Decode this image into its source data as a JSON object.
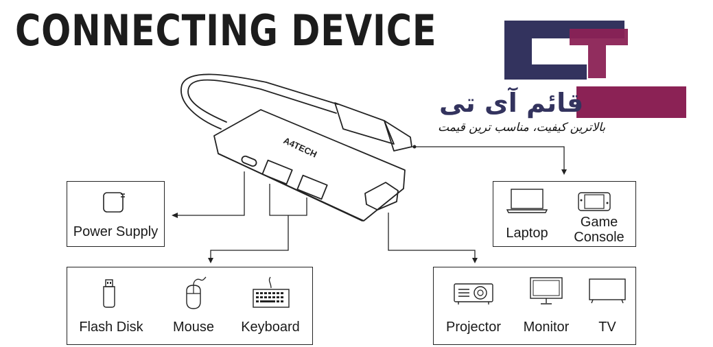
{
  "title": "CONNECTING DEVICE",
  "brand": {
    "device_brand": "A4TECH",
    "logo_text_fa": "قائم آی تی",
    "tagline_fa": "بالاترین کیفیت، مناسب ترین قیمت",
    "colors": {
      "navy": "#33335e",
      "magenta": "#8b2255"
    }
  },
  "groups": {
    "power": {
      "items": [
        {
          "label": "Power Supply",
          "icon": "power-adapter-icon"
        }
      ]
    },
    "usb": {
      "items": [
        {
          "label": "Flash Disk",
          "icon": "flash-disk-icon"
        },
        {
          "label": "Mouse",
          "icon": "mouse-icon"
        },
        {
          "label": "Keyboard",
          "icon": "keyboard-icon"
        }
      ]
    },
    "host": {
      "items": [
        {
          "label": "Laptop",
          "icon": "laptop-icon"
        },
        {
          "label": "Game\nConsole",
          "icon": "game-console-icon"
        }
      ]
    },
    "display": {
      "items": [
        {
          "label": "Projector",
          "icon": "projector-icon"
        },
        {
          "label": "Monitor",
          "icon": "monitor-icon"
        },
        {
          "label": "TV",
          "icon": "tv-icon"
        }
      ]
    }
  }
}
